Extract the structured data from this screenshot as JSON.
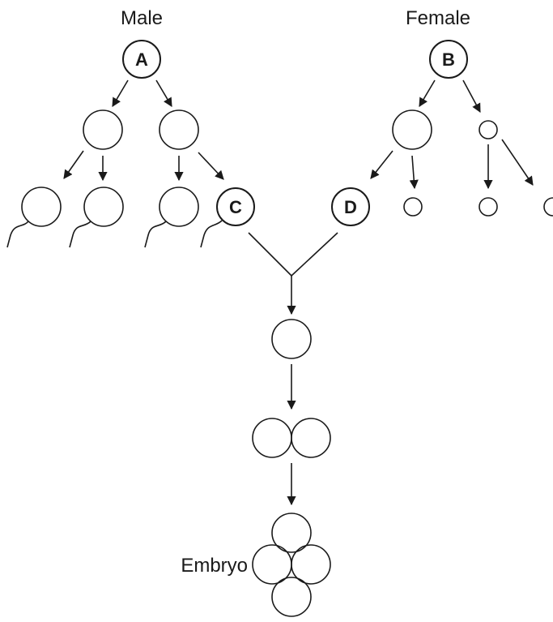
{
  "labels": {
    "male": "Male",
    "female": "Female",
    "embryo": "Embryo"
  },
  "nodes": {
    "a": "A",
    "b": "B",
    "c": "C",
    "d": "D"
  }
}
